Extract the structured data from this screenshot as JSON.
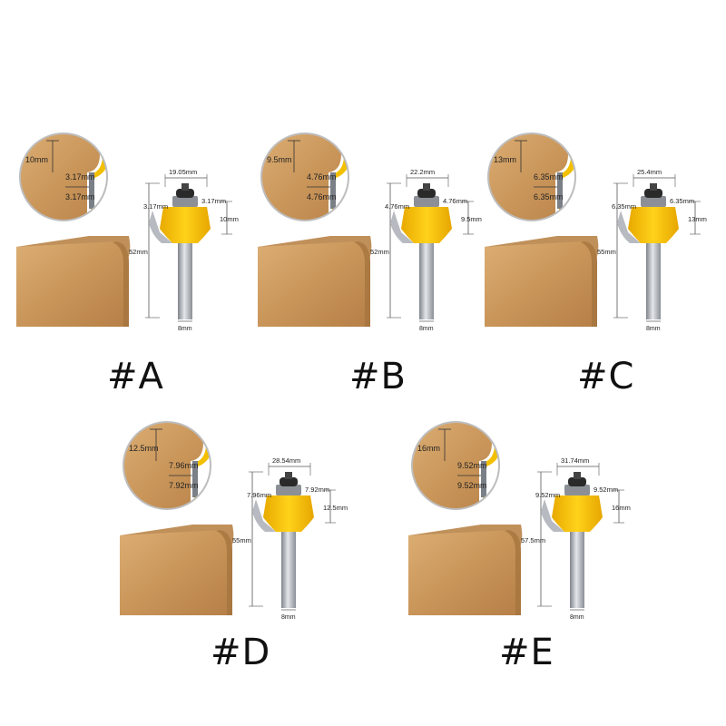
{
  "panels": [
    {
      "id": "A",
      "label": "#A",
      "zoom": {
        "height": "10mm",
        "radius": "3.17mm",
        "bottom": "3.17mm"
      },
      "dims": {
        "diameter": "19.05mm",
        "left": "3.17mm",
        "right": "3.17mm",
        "cut_height": "10mm",
        "total": "52mm",
        "shank": "8mm"
      }
    },
    {
      "id": "B",
      "label": "#B",
      "zoom": {
        "height": "9.5mm",
        "radius": "4.76mm",
        "bottom": "4.76mm"
      },
      "dims": {
        "diameter": "22.2mm",
        "left": "4.76mm",
        "right": "4.76mm",
        "cut_height": "9.5mm",
        "total": "52mm",
        "shank": "8mm"
      }
    },
    {
      "id": "C",
      "label": "#C",
      "zoom": {
        "height": "13mm",
        "radius": "6.35mm",
        "bottom": "6.35mm"
      },
      "dims": {
        "diameter": "25.4mm",
        "left": "6.35mm",
        "right": "6.35mm",
        "cut_height": "13mm",
        "total": "55mm",
        "shank": "8mm"
      }
    },
    {
      "id": "D",
      "label": "#D",
      "zoom": {
        "height": "12.5mm",
        "radius": "7.96mm",
        "bottom": "7.92mm"
      },
      "dims": {
        "diameter": "28.54mm",
        "left": "7.96mm",
        "right": "7.92mm",
        "cut_height": "12.5mm",
        "total": "55mm",
        "shank": "8mm"
      }
    },
    {
      "id": "E",
      "label": "#E",
      "zoom": {
        "height": "16mm",
        "radius": "9.52mm",
        "bottom": "9.52mm"
      },
      "dims": {
        "diameter": "31.74mm",
        "left": "9.52mm",
        "right": "9.52mm",
        "cut_height": "16mm",
        "total": "57.5mm",
        "shank": "8mm"
      }
    }
  ],
  "colors": {
    "wood": "#d3a56a",
    "wood_dark": "#b98450",
    "wood_side": "#a97a47",
    "cutter_yellow": "#f5c400",
    "steel": "#b9bcc2",
    "shank": "#9ea3aa",
    "bearing": "#2a2a2a"
  }
}
